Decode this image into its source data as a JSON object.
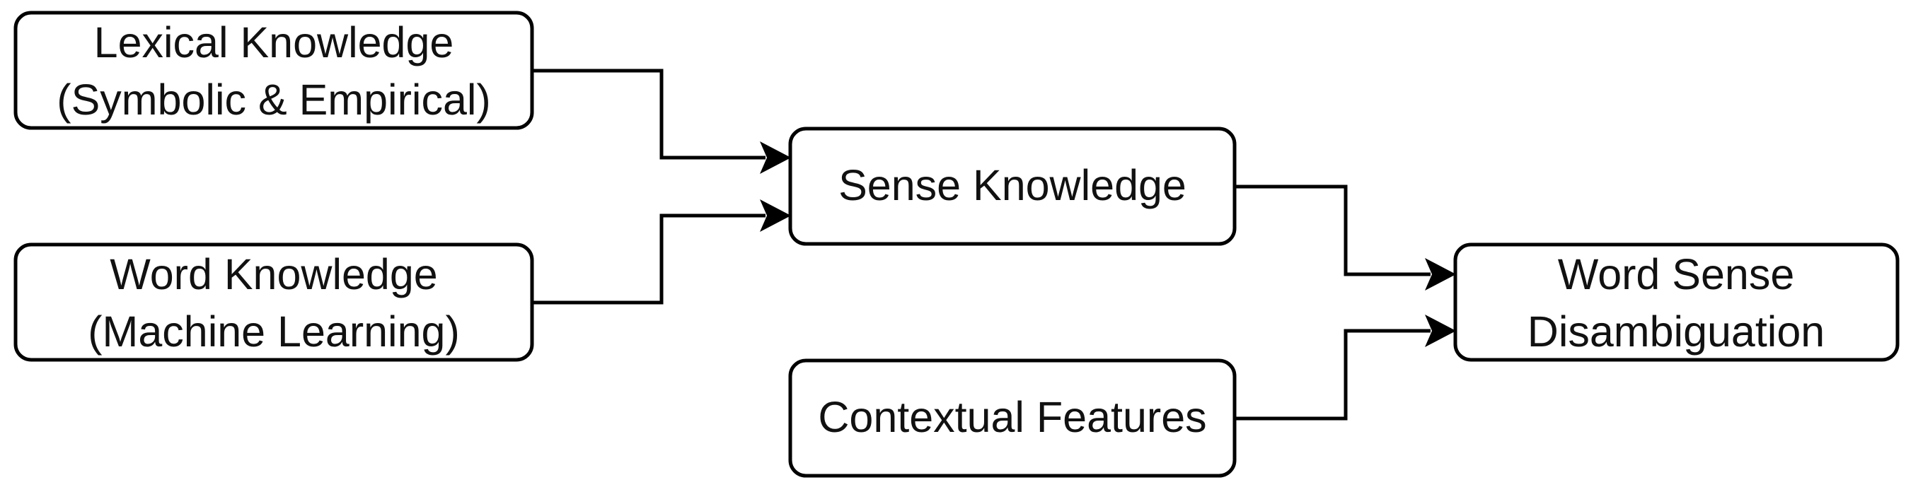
{
  "diagram": {
    "nodes": {
      "lexical_knowledge": {
        "lines": [
          "Lexical Knowledge",
          "(Symbolic & Empirical)"
        ]
      },
      "word_knowledge": {
        "lines": [
          "Word Knowledge",
          "(Machine Learning)"
        ]
      },
      "sense_knowledge": {
        "lines": [
          "Sense Knowledge"
        ]
      },
      "contextual_features": {
        "lines": [
          "Contextual Features"
        ]
      },
      "word_sense_disambiguation": {
        "lines": [
          "Word Sense",
          "Disambiguation"
        ]
      }
    },
    "edges": [
      {
        "from": "lexical_knowledge",
        "to": "sense_knowledge"
      },
      {
        "from": "word_knowledge",
        "to": "sense_knowledge"
      },
      {
        "from": "sense_knowledge",
        "to": "word_sense_disambiguation"
      },
      {
        "from": "contextual_features",
        "to": "word_sense_disambiguation"
      }
    ]
  }
}
